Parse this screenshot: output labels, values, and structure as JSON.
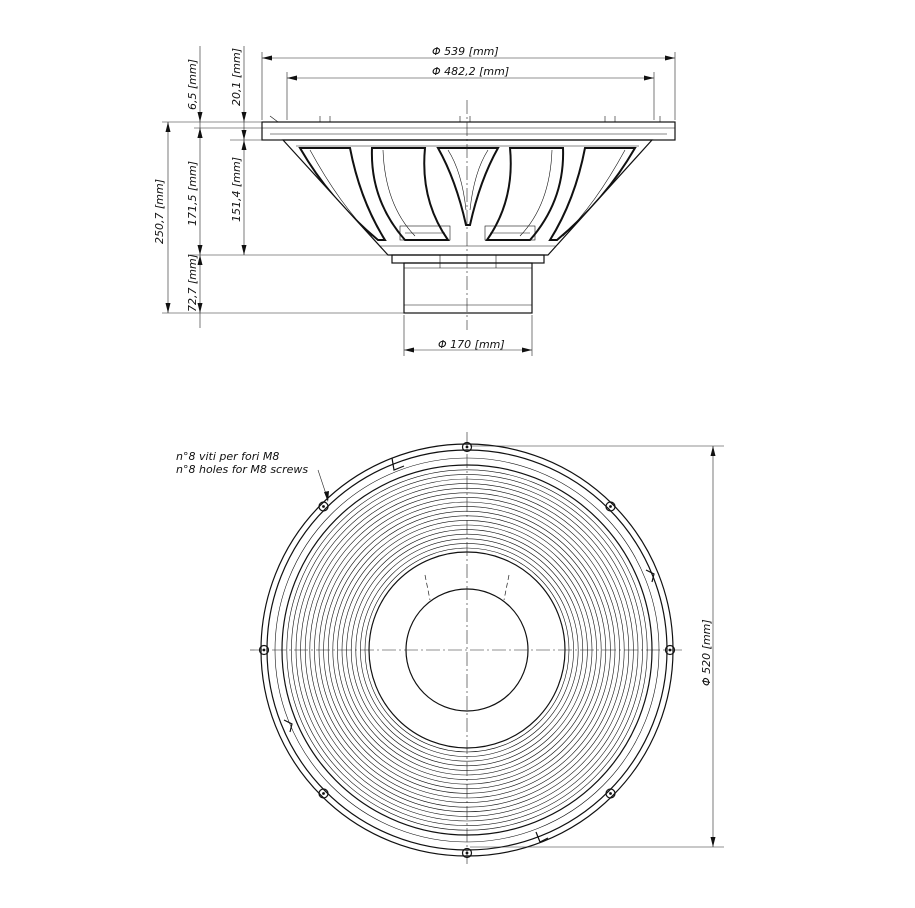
{
  "side_view": {
    "dims": {
      "outer_diameter": "Φ 539 [mm]",
      "inner_diameter": "Φ 482,2 [mm]",
      "flange": "6,5 [mm]",
      "rim": "20,1 [mm]",
      "basket": "171,5 [mm]",
      "cone": "151,4 [mm]",
      "total_depth": "250,7 [mm]",
      "magnet_depth": "72,7 [mm]",
      "magnet_diameter": "Φ 170 [mm]"
    }
  },
  "front_view": {
    "note_it": "n°8 viti per fori M8",
    "note_en": "n°8 holes for M8 screws",
    "bolt_circle": "Φ 520 [mm]"
  },
  "colors": {
    "line": "#111111",
    "background": "#ffffff"
  }
}
